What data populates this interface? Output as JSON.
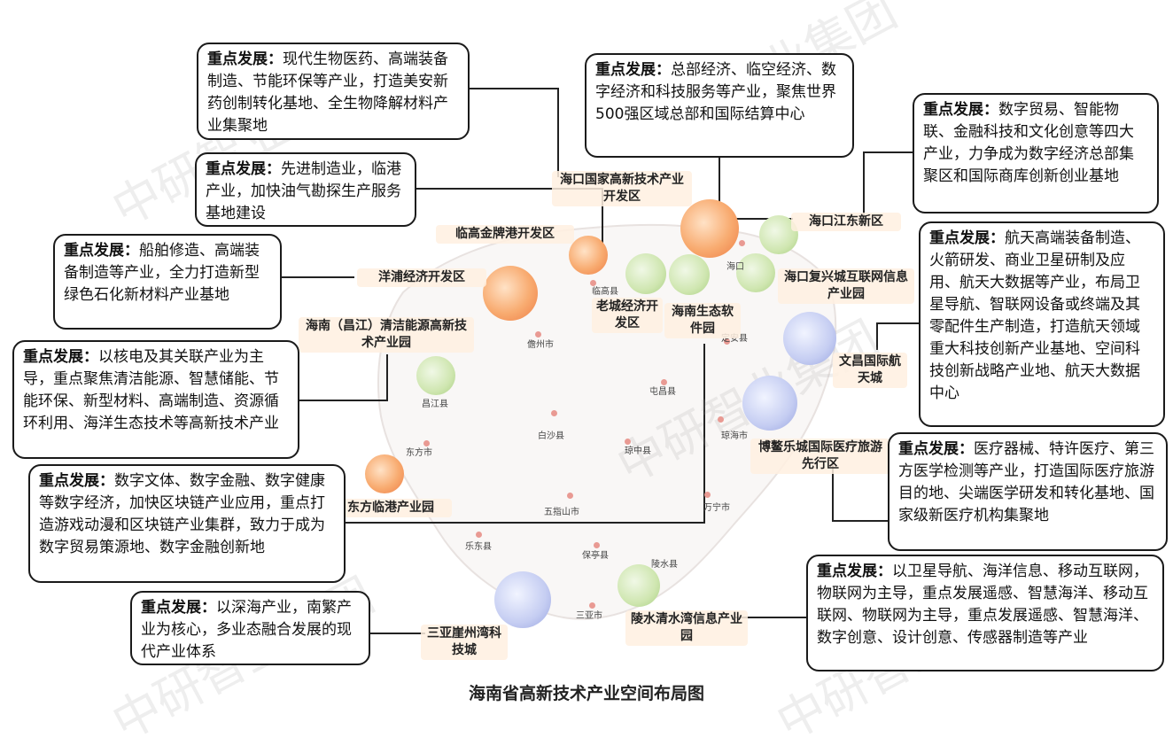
{
  "caption": "海南省高新技术产业空间布局图",
  "watermark": "中研智业集团",
  "callouts": [
    {
      "lead": "重点发展：",
      "text": "现代生物医药、高端装备制造、节能环保等产业，打造美安新药创制转化基地、全生物降解材料产业集聚地"
    },
    {
      "lead": "重点发展：",
      "text": "先进制造业，临港产业，加快油气勘探生产服务基地建设"
    },
    {
      "lead": "重点发展：",
      "text": "船舶修造、高端装备制造等产业，全力打造新型绿色石化新材料产业基地"
    },
    {
      "lead": "重点发展：",
      "text": "以核电及其关联产业为主导，重点聚焦清洁能源、智慧储能、节能环保、新型材料、高端制造、资源循环利用、海洋生态技术等高新技术产业"
    },
    {
      "lead": "重点发展：",
      "text": "数字文体、数字金融、数字健康等数字经济，加快区块链产业应用，重点打造游戏动漫和区块链产业集群，致力于成为数字贸易策源地、数字金融创新地"
    },
    {
      "lead": "重点发展：",
      "text": "以深海产业，南繁产业为核心，多业态融合发展的现代产业体系"
    },
    {
      "lead": "重点发展：",
      "text": "总部经济、临空经济、数字经济和科技服务等产业，聚焦世界500强区域总部和国际结算中心"
    },
    {
      "lead": "重点发展：",
      "text": "数字贸易、智能物联、金融科技和文化创意等四大产业，力争成为数字经济总部集聚区和国际商库创新创业基地"
    },
    {
      "lead": "重点发展：",
      "text": "航天高端装备制造、火箭研发、商业卫星研制及应用、航天大数据等产业，布局卫星导航、智联网设备或终端及其零配件生产制造，打造航天领域重大科技创新产业基地、空间科技创新战略产业地、航天大数据中心"
    },
    {
      "lead": "重点发展：",
      "text": "医疗器械、特许医疗、第三方医学检测等产业，打造国际医疗旅游目的地、尖端医学研发和转化基地、国家级新医疗机构集聚地"
    },
    {
      "lead": "重点发展：",
      "text": "以卫星导航、海洋信息、移动互联网，物联网为主导，重点发展遥感、智慧海洋、移动互联网、物联网为主导，重点发展遥感、智慧海洋、数字创意、设计创意、传感器制造等产业"
    }
  ],
  "zones": [
    {
      "name": "海口国家高新技术产业开发区"
    },
    {
      "name": "临高金牌港开发区"
    },
    {
      "name": "洋浦经济开发区"
    },
    {
      "name": "海南（昌江）清洁能源高新技术产业园"
    },
    {
      "name": "老城经济开发区"
    },
    {
      "name": "海南生态软件园"
    },
    {
      "name": "海口江东新区"
    },
    {
      "name": "海口复兴城互联网信息产业园"
    },
    {
      "name": "文昌国际航天城"
    },
    {
      "name": "博鳌乐城国际医疗旅游先行区"
    },
    {
      "name": "东方临港产业园"
    },
    {
      "name": "三亚崖州湾科技城"
    },
    {
      "name": "陵水清水湾信息产业园"
    }
  ],
  "cities": [
    {
      "name": "临高县"
    },
    {
      "name": "儋州市"
    },
    {
      "name": "昌江县"
    },
    {
      "name": "东方市"
    },
    {
      "name": "白沙县"
    },
    {
      "name": "屯昌县"
    },
    {
      "name": "琼中县"
    },
    {
      "name": "琼海市"
    },
    {
      "name": "五指山市"
    },
    {
      "name": "万宁市"
    },
    {
      "name": "乐东县"
    },
    {
      "name": "保亭县"
    },
    {
      "name": "陵水县"
    },
    {
      "name": "三亚市"
    },
    {
      "name": "定安县"
    },
    {
      "name": "海口"
    }
  ]
}
